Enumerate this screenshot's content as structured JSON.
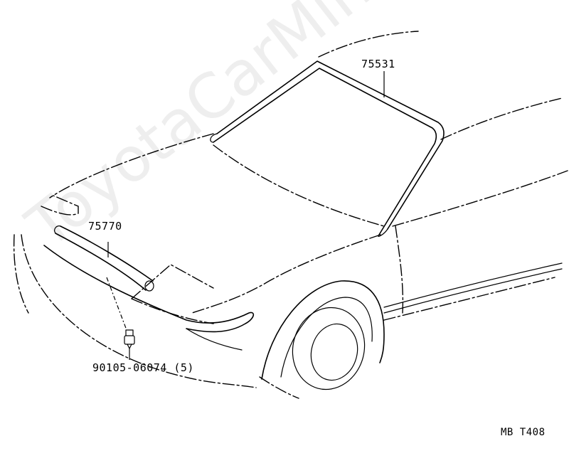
{
  "watermark": "ToyotaCarMine.ru",
  "callouts": {
    "windshield_molding": "75531",
    "hood_molding": "75770",
    "clip": "90105-06074 (5)"
  },
  "diagram_code": "MB T408",
  "colors": {
    "ink": "#000000",
    "background": "#ffffff",
    "watermark": "#a0a0a0"
  }
}
